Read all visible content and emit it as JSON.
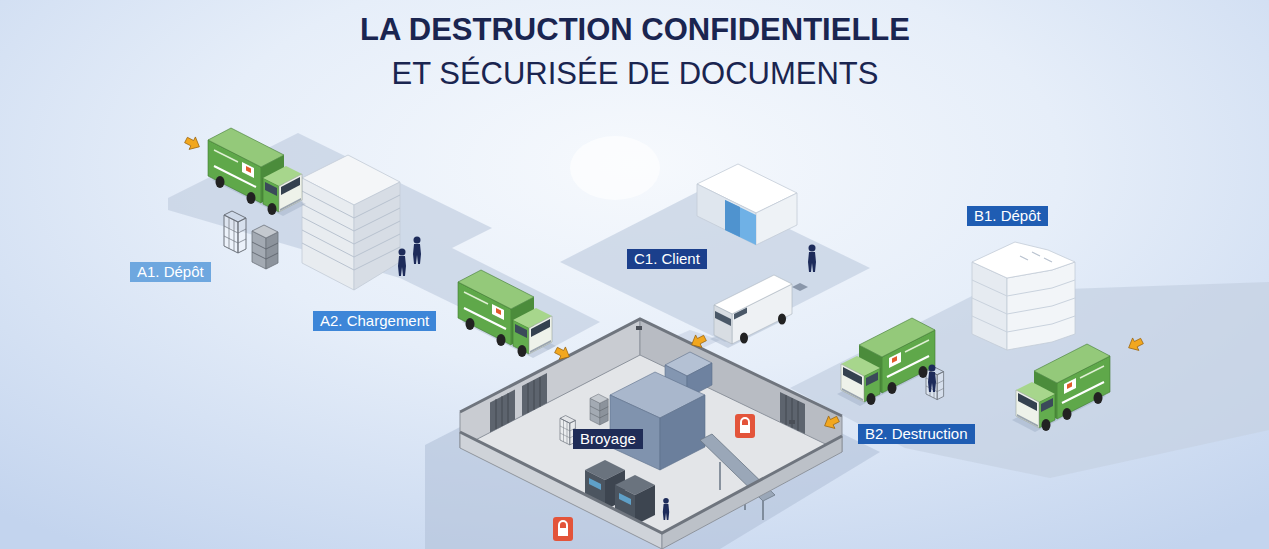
{
  "diagram": {
    "title": "LA DESTRUCTION CONFIDENTIELLE ET SÉCURISÉE DE DOCUMENTS",
    "nodes": [
      {
        "text": [
          "A1. Dépôt"
        ]
      },
      {
        "text": [
          "A2. Chargement"
        ]
      },
      {
        "text": [
          "C1. Client"
        ]
      },
      {
        "text": [
          "B1. Dépôt"
        ]
      },
      {
        "text": [
          "B2. Destruction"
        ]
      },
      {
        "text": [
          "Broyage"
        ]
      }
    ]
  }
}
